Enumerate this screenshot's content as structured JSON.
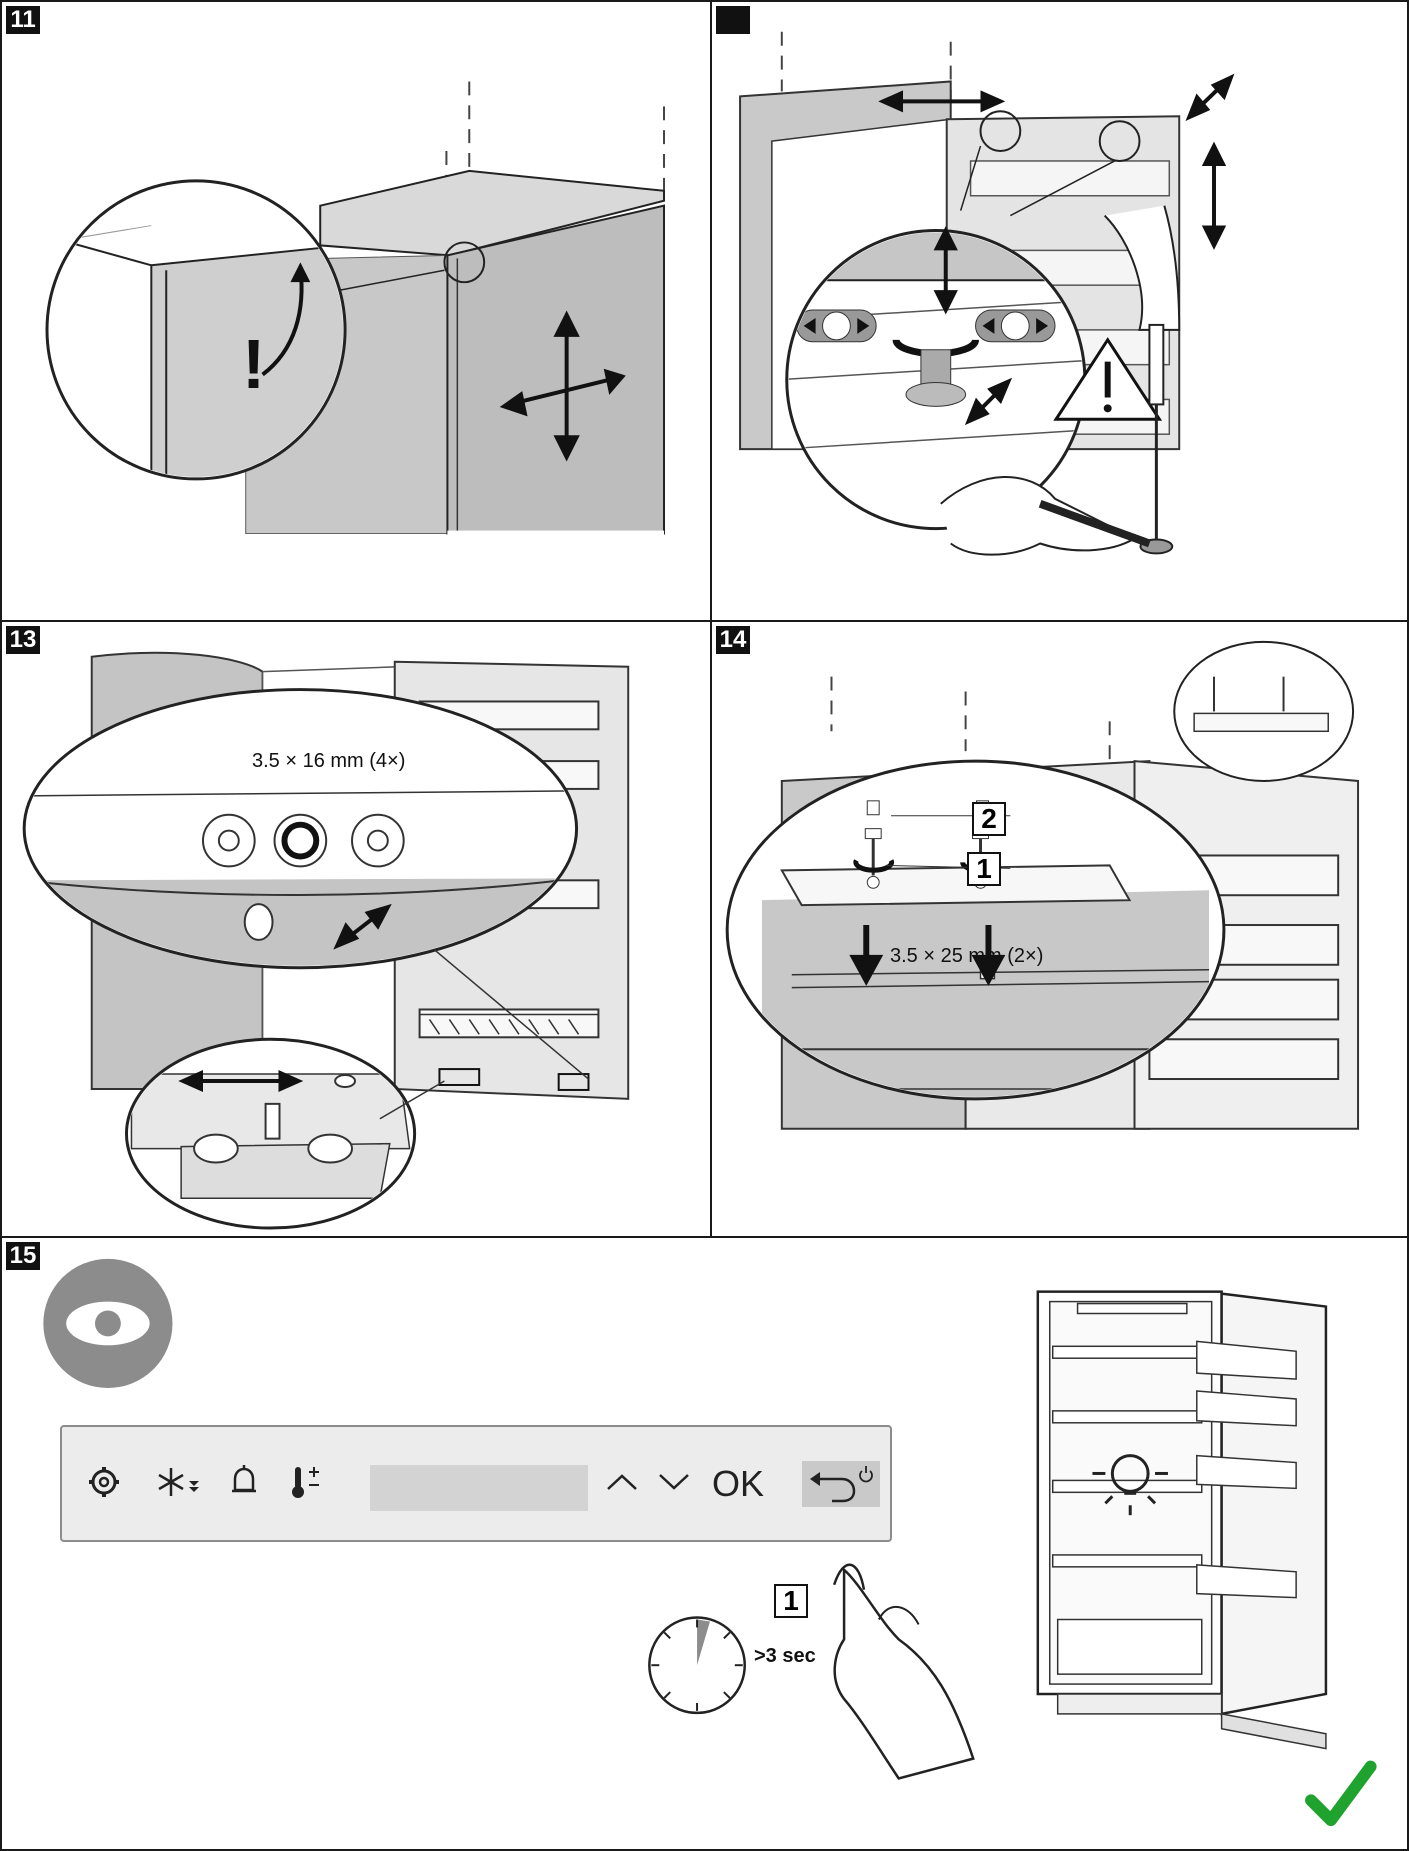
{
  "steps": {
    "s11": "11",
    "s12": "",
    "s13": "13",
    "s14": "14",
    "s15": "15"
  },
  "labels": {
    "exclaim": "!",
    "screw13": "3.5 × 16 mm (4×)",
    "screw14": "3.5 × 25 mm (2×)",
    "box2": "2",
    "box1a": "1",
    "box1b": "1",
    "sec": ">3 sec"
  },
  "control_panel": {
    "ok_label": "OK",
    "icons": [
      "gear-icon",
      "snowflake-down-icon",
      "bell-icon",
      "thermometer-plus-minus-icon",
      "up-arrow-icon",
      "down-arrow-icon",
      "back-power-icon"
    ]
  },
  "colors": {
    "line": "#1a1a1a",
    "panel_fill": "#d8d8d8",
    "dark_fill": "#b5b5b5",
    "check": "#1fa22e",
    "eye_circle": "#8c8c8c"
  }
}
